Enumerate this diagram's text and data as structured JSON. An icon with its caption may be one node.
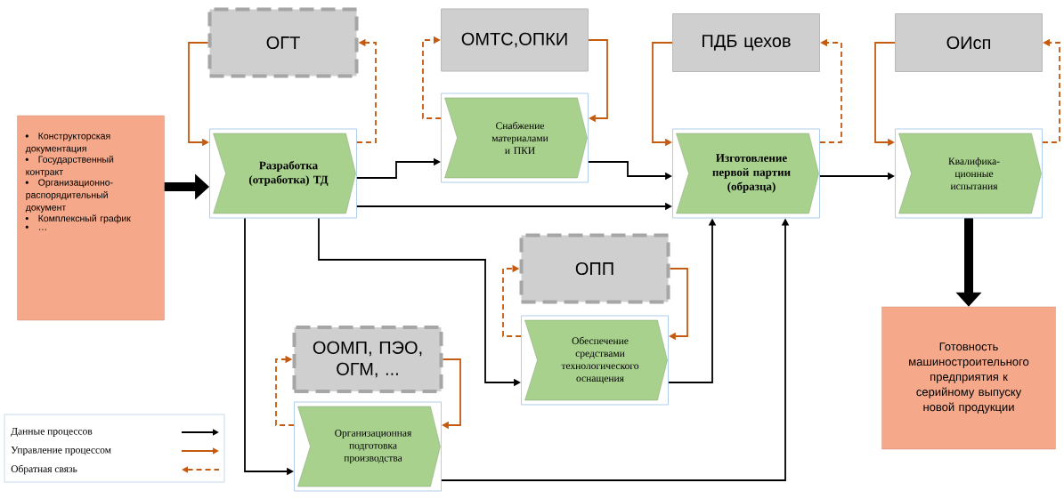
{
  "diagram": {
    "nodes": [
      {
        "text": [
          "Конструкторская документация",
          "Государственный контракт",
          "Организационно-распорядительный документ",
          "Комплексный график",
          "…"
        ]
      },
      {
        "text": [
          "ОГТ"
        ]
      },
      {
        "text": [
          "Разработка (отработка) ТД"
        ]
      },
      {
        "text": [
          "ОМТС,ОПКИ"
        ]
      },
      {
        "text": [
          "Снабжение материалами и ПКИ"
        ]
      },
      {
        "text": [
          "ПДБ цехов"
        ]
      },
      {
        "text": [
          "Изготовление первой партии (образца)"
        ]
      },
      {
        "text": [
          "ОИсп"
        ]
      },
      {
        "text": [
          "Квалифика-ционные испытания"
        ]
      },
      {
        "text": [
          "ОПП"
        ]
      },
      {
        "text": [
          "Обеспечение средствами технологического оснащения"
        ]
      },
      {
        "text": [
          "ООМП, ПЭО, ОГМ, ..."
        ]
      },
      {
        "text": [
          "Организационная подготовка производства"
        ]
      },
      {
        "text": [
          "Готовность машиностроительного предприятия к серийному выпуску новой продукции"
        ]
      }
    ],
    "edges": [
      {
        "from": 0,
        "to": 2,
        "arrow": "to",
        "style": "thick",
        "color": "#000000"
      },
      {
        "from": 1,
        "to": 2,
        "arrow": "to"
      },
      {
        "from": 2,
        "to": 1,
        "arrow": "to",
        "style": "dashed"
      },
      {
        "from": 2,
        "to": 4,
        "arrow": "to",
        "color": "#000000"
      },
      {
        "from": 4,
        "to": 3,
        "arrow": "to",
        "style": "dashed"
      },
      {
        "from": 3,
        "to": 4,
        "arrow": "to"
      },
      {
        "from": 4,
        "to": 6,
        "arrow": "to",
        "color": "#000000"
      },
      {
        "from": 2,
        "to": 6,
        "arrow": "to",
        "color": "#000000"
      },
      {
        "from": 5,
        "to": 6,
        "arrow": "to"
      },
      {
        "from": 6,
        "to": 5,
        "arrow": "to",
        "style": "dashed"
      },
      {
        "from": 6,
        "to": 8,
        "arrow": "to",
        "color": "#000000"
      },
      {
        "from": 7,
        "to": 8,
        "arrow": "to"
      },
      {
        "from": 8,
        "to": 7,
        "arrow": "to",
        "style": "dashed"
      },
      {
        "from": 2,
        "to": 10,
        "arrow": "to",
        "color": "#000000"
      },
      {
        "from": 2,
        "to": 12,
        "arrow": "to",
        "color": "#000000"
      },
      {
        "from": 9,
        "to": 10,
        "arrow": "to"
      },
      {
        "from": 10,
        "to": 9,
        "arrow": "to",
        "style": "dashed"
      },
      {
        "from": 11,
        "to": 12,
        "arrow": "to"
      },
      {
        "from": 12,
        "to": 11,
        "arrow": "to",
        "style": "dashed"
      },
      {
        "from": 10,
        "to": 6,
        "arrow": "to",
        "color": "#000000"
      },
      {
        "from": 12,
        "to": 6,
        "arrow": "to",
        "color": "#000000"
      },
      {
        "from": 8,
        "to": 13,
        "arrow": "to",
        "style": "thick",
        "color": "#000000"
      }
    ],
    "legend": [
      {
        "text": "Данные процессов"
      },
      {
        "text": "Управление процессом"
      },
      {
        "text": "Обратная связь"
      }
    ]
  }
}
